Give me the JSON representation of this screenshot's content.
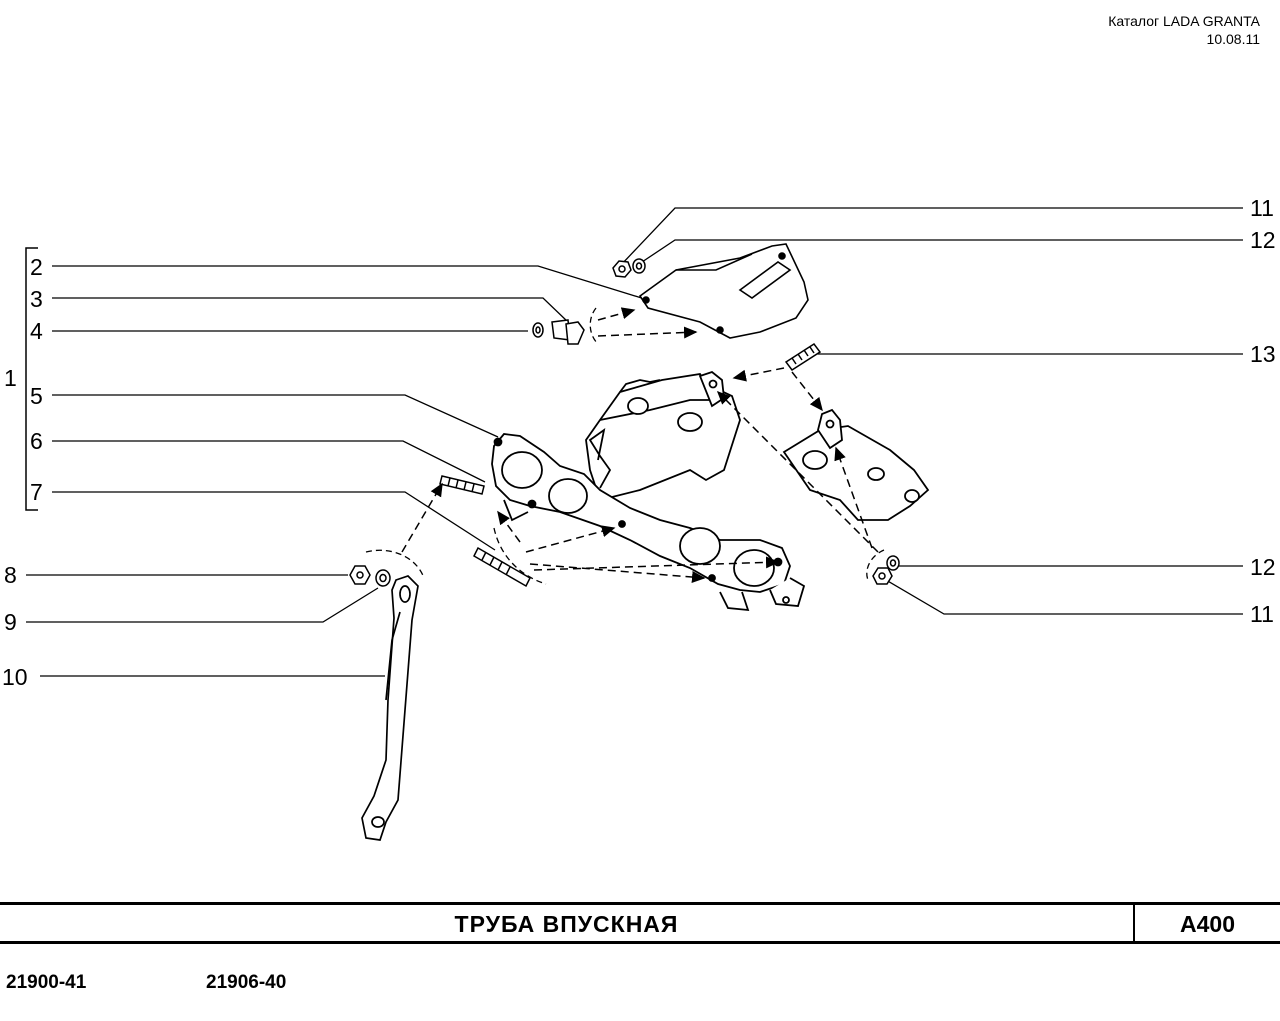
{
  "header": {
    "catalog": "Каталог LADA  GRANTA",
    "date": "10.08.11"
  },
  "callouts": {
    "group": "1",
    "c2": "2",
    "c3": "3",
    "c4": "4",
    "c5": "5",
    "c6": "6",
    "c7": "7",
    "c8": "8",
    "c9": "9",
    "c10": "10",
    "c11_top": "11",
    "c12_top": "12",
    "c13": "13",
    "c12_bottom": "12",
    "c11_bottom": "11"
  },
  "footer": {
    "title": "ТРУБА   ВПУСКНАЯ",
    "code": "A400",
    "models": [
      "21900-41",
      "21906-40"
    ]
  }
}
